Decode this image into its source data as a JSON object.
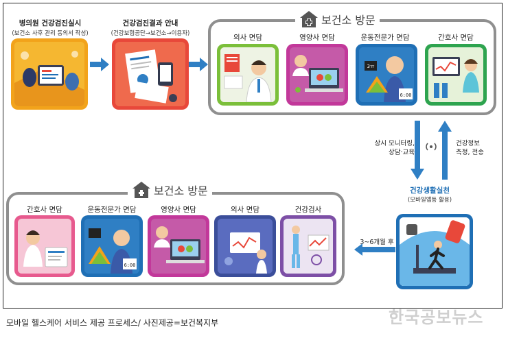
{
  "steps": {
    "s1_title": "병의원 건강검진실시",
    "s1_sub": "(보건소 사후 관리 동의서 작성)",
    "s2_title": "건강검진결과 안내",
    "s2_sub": "(건강보험공단→보건소→이용자)"
  },
  "visit_top": {
    "label": "보건소 방문",
    "cards": [
      "의사 면담",
      "영양사 면담",
      "운동전문가 면담",
      "간호사 면담"
    ]
  },
  "middle": {
    "down_label": [
      "상시 모니터링,",
      "상담·교육"
    ],
    "up_label": [
      "건강정보",
      "측정, 전송"
    ],
    "practice_title": "건강생활실천",
    "practice_sub": "(모바일앱등 활용)",
    "after_label": "3~6개월 후",
    "watch_time": "6:00"
  },
  "visit_bottom": {
    "label": "보건소 방문",
    "cards": [
      "간호사 면담",
      "운동전문가 면담",
      "영양사 면담",
      "의사 면담",
      "건강검사"
    ]
  },
  "caption": "모바일 헬스케어 서비스 제공 프로세스/ 사진제공=보건복지부",
  "watermark": "한국공보뉴스",
  "colors": {
    "orange": "#f2a31b",
    "red": "#e8483a",
    "green": "#7bbf3a",
    "magenta": "#c2389a",
    "blue": "#1f6fb5",
    "pink": "#e75a8e",
    "purple": "#7d4fa6",
    "arrow": "#2f7fc4"
  }
}
